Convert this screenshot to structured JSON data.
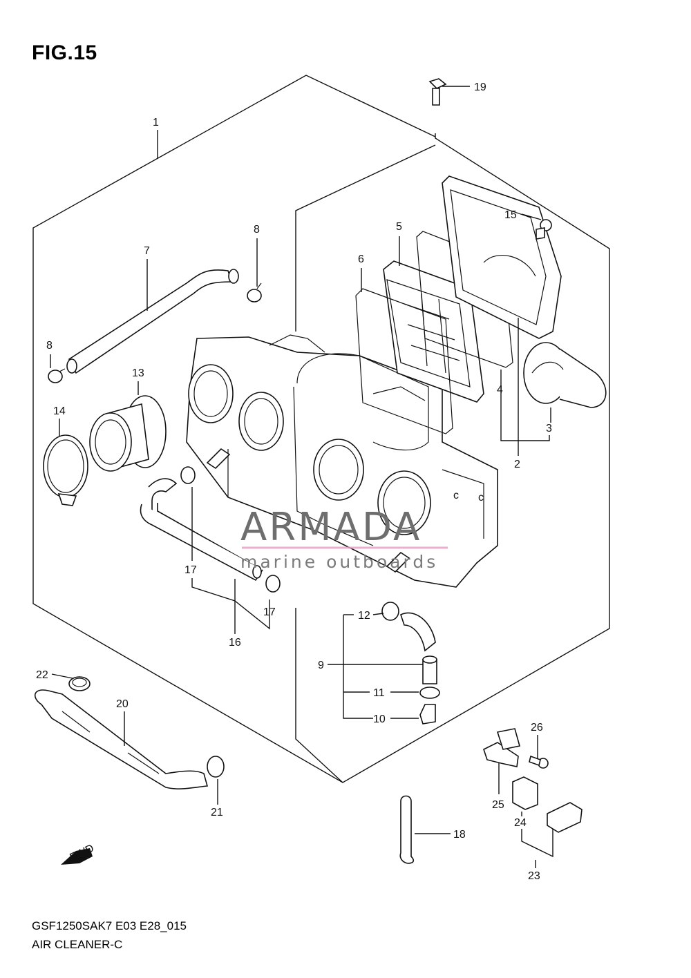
{
  "figure": {
    "title": "FIG.15",
    "model_code": "GSF1250SAK7 E03 E28_015",
    "section_name": "AIR CLEANER-C"
  },
  "watermark": {
    "brand": "ARMADA",
    "tagline": "marine outboards",
    "logo_color": "#e89ac3"
  },
  "fwd_label": "FWD",
  "callouts": {
    "p1": "1",
    "p2": "2",
    "p3": "3",
    "p4": "4",
    "p5": "5",
    "p6": "6",
    "p7": "7",
    "p8a": "8",
    "p8b": "8",
    "p9": "9",
    "p10": "10",
    "p11": "11",
    "p12": "12",
    "p13": "13",
    "p14": "14",
    "p15": "15",
    "p16": "16",
    "p17a": "17",
    "p17b": "17",
    "p18": "18",
    "p19": "19",
    "p20": "20",
    "p21": "21",
    "p22": "22",
    "p23": "23",
    "p24": "24",
    "p25": "25",
    "p26": "26"
  }
}
